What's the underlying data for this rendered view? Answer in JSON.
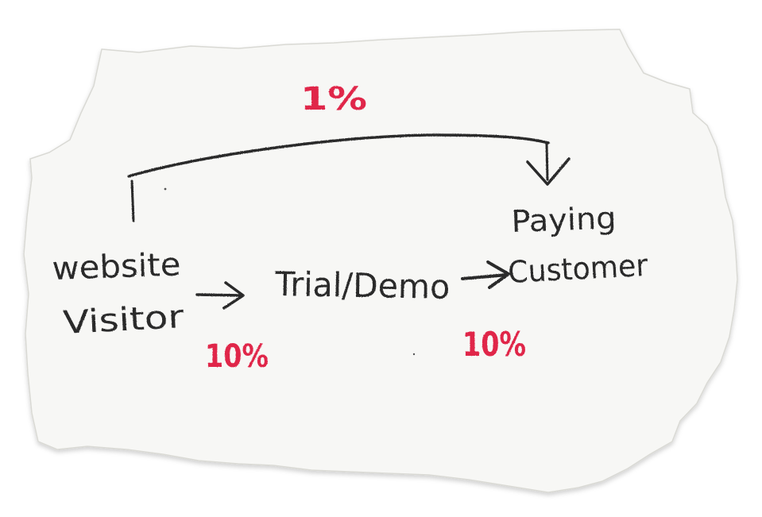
{
  "diagram": {
    "nodes": {
      "visitor": {
        "line1": "website",
        "line2": "Visitor"
      },
      "trial": {
        "label": "Trial/Demo"
      },
      "customer": {
        "line1": "Paying",
        "line2": "Customer"
      }
    },
    "rates": {
      "visitor_to_trial": "10%",
      "trial_to_customer": "10%",
      "visitor_to_customer": "1%"
    },
    "colors": {
      "paper": "#f7f7f5",
      "paper_edge": "#d9d9d4",
      "pencil": "#2a2a2a",
      "rate_red": "#e0284a"
    }
  }
}
